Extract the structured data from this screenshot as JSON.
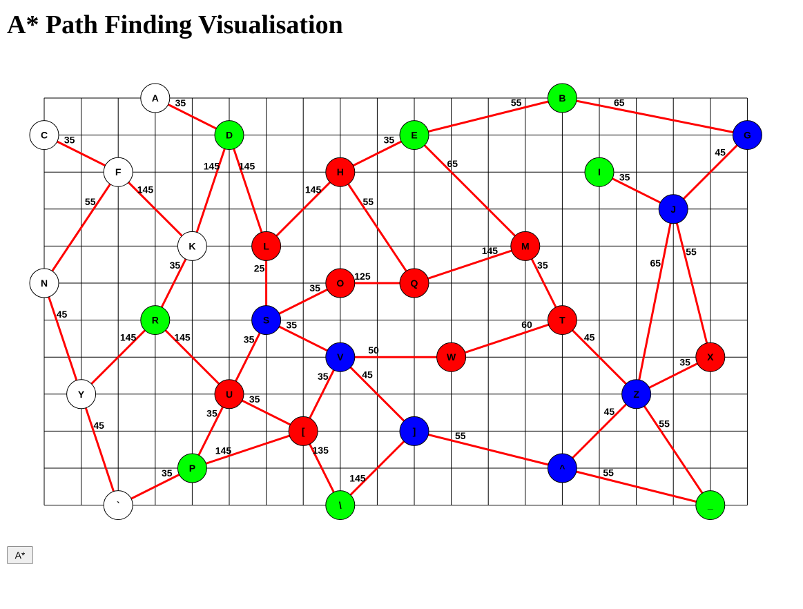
{
  "page": {
    "title": "A* Path Finding Visualisation",
    "run_button_label": "A*"
  },
  "colors": {
    "grid_line": "#000000",
    "edge": "#ff0000",
    "unvisited": "#ffffff",
    "start_goal": "#00ff00",
    "closed": "#ff0000",
    "open": "#0000ff"
  },
  "nodes": [
    {
      "id": "A",
      "state": "unvisited"
    },
    {
      "id": "B",
      "state": "start_goal"
    },
    {
      "id": "C",
      "state": "unvisited"
    },
    {
      "id": "D",
      "state": "start_goal"
    },
    {
      "id": "E",
      "state": "start_goal"
    },
    {
      "id": "F",
      "state": "unvisited"
    },
    {
      "id": "G",
      "state": "open"
    },
    {
      "id": "H",
      "state": "closed"
    },
    {
      "id": "I",
      "state": "start_goal"
    },
    {
      "id": "J",
      "state": "open"
    },
    {
      "id": "K",
      "state": "unvisited"
    },
    {
      "id": "L",
      "state": "closed"
    },
    {
      "id": "M",
      "state": "closed"
    },
    {
      "id": "N",
      "state": "unvisited"
    },
    {
      "id": "O",
      "state": "closed"
    },
    {
      "id": "P",
      "state": "start_goal"
    },
    {
      "id": "Q",
      "state": "closed"
    },
    {
      "id": "R",
      "state": "start_goal"
    },
    {
      "id": "S",
      "state": "open"
    },
    {
      "id": "T",
      "state": "closed"
    },
    {
      "id": "U",
      "state": "closed"
    },
    {
      "id": "V",
      "state": "open"
    },
    {
      "id": "W",
      "state": "closed"
    },
    {
      "id": "X",
      "state": "closed"
    },
    {
      "id": "Y",
      "state": "unvisited"
    },
    {
      "id": "Z",
      "state": "open"
    },
    {
      "id": "[",
      "state": "closed"
    },
    {
      "id": "\\",
      "state": "start_goal"
    },
    {
      "id": "]",
      "state": "open"
    },
    {
      "id": "^",
      "state": "open"
    },
    {
      "id": "_",
      "state": "start_goal"
    },
    {
      "id": "`",
      "state": "unvisited"
    }
  ],
  "edges": [
    {
      "from": "A",
      "to": "D",
      "weight": "35"
    },
    {
      "from": "B",
      "to": "E",
      "weight": "55"
    },
    {
      "from": "B",
      "to": "G",
      "weight": "65"
    },
    {
      "from": "C",
      "to": "F",
      "weight": "35"
    },
    {
      "from": "D",
      "to": "K",
      "weight": "145"
    },
    {
      "from": "D",
      "to": "L",
      "weight": "145"
    },
    {
      "from": "E",
      "to": "H",
      "weight": "35"
    },
    {
      "from": "E",
      "to": "M",
      "weight": "65"
    },
    {
      "from": "F",
      "to": "K",
      "weight": "145"
    },
    {
      "from": "F",
      "to": "N",
      "weight": "55"
    },
    {
      "from": "G",
      "to": "J",
      "weight": "45"
    },
    {
      "from": "H",
      "to": "L",
      "weight": "145"
    },
    {
      "from": "H",
      "to": "Q",
      "weight": "55"
    },
    {
      "from": "I",
      "to": "J",
      "weight": "35"
    },
    {
      "from": "J",
      "to": "Z",
      "weight": "65"
    },
    {
      "from": "J",
      "to": "X",
      "weight": "55"
    },
    {
      "from": "K",
      "to": "R",
      "weight": "35"
    },
    {
      "from": "L",
      "to": "S",
      "weight": "25"
    },
    {
      "from": "M",
      "to": "Q",
      "weight": "145"
    },
    {
      "from": "M",
      "to": "T",
      "weight": "35"
    },
    {
      "from": "N",
      "to": "Y",
      "weight": "45"
    },
    {
      "from": "O",
      "to": "Q",
      "weight": "125"
    },
    {
      "from": "O",
      "to": "S",
      "weight": "35"
    },
    {
      "from": "R",
      "to": "Y",
      "weight": "145"
    },
    {
      "from": "R",
      "to": "U",
      "weight": "145"
    },
    {
      "from": "S",
      "to": "V",
      "weight": "35"
    },
    {
      "from": "S",
      "to": "U",
      "weight": "35"
    },
    {
      "from": "T",
      "to": "W",
      "weight": "60"
    },
    {
      "from": "T",
      "to": "Z",
      "weight": "45"
    },
    {
      "from": "U",
      "to": "P",
      "weight": "35"
    },
    {
      "from": "U",
      "to": "[",
      "weight": "35"
    },
    {
      "from": "V",
      "to": "W",
      "weight": "50"
    },
    {
      "from": "V",
      "to": "[",
      "weight": "35"
    },
    {
      "from": "V",
      "to": "]",
      "weight": "45"
    },
    {
      "from": "X",
      "to": "Z",
      "weight": "35"
    },
    {
      "from": "Y",
      "to": "`",
      "weight": "45"
    },
    {
      "from": "Z",
      "to": "^",
      "weight": "45"
    },
    {
      "from": "Z",
      "to": "_",
      "weight": "55"
    },
    {
      "from": "P",
      "to": "[",
      "weight": "145"
    },
    {
      "from": "P",
      "to": "`",
      "weight": "35"
    },
    {
      "from": "[",
      "to": "\\",
      "weight": "135"
    },
    {
      "from": "\\",
      "to": "]",
      "weight": "145"
    },
    {
      "from": "]",
      "to": "^",
      "weight": "55"
    },
    {
      "from": "^",
      "to": "_",
      "weight": "55"
    }
  ]
}
